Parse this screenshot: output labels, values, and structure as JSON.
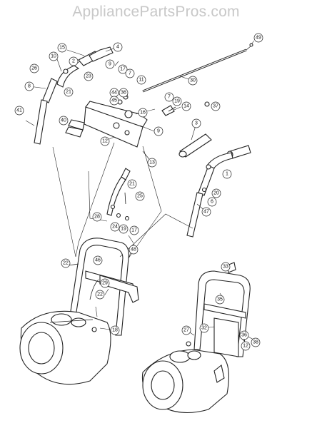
{
  "watermark": "AppliancePartsPros.com",
  "callouts": [
    "49",
    "15",
    "4",
    "10",
    "2",
    "26",
    "23",
    "9",
    "17",
    "30",
    "7",
    "11",
    "8",
    "21",
    "44",
    "45",
    "36",
    "16",
    "7",
    "19",
    "14",
    "37",
    "41",
    "40",
    "9",
    "12",
    "13",
    "3",
    "1",
    "21",
    "20",
    "6",
    "25",
    "47",
    "28",
    "24",
    "19",
    "17",
    "48",
    "22",
    "46",
    "29",
    "22",
    "18",
    "33",
    "35",
    "27",
    "32",
    "36",
    "12",
    "38"
  ]
}
